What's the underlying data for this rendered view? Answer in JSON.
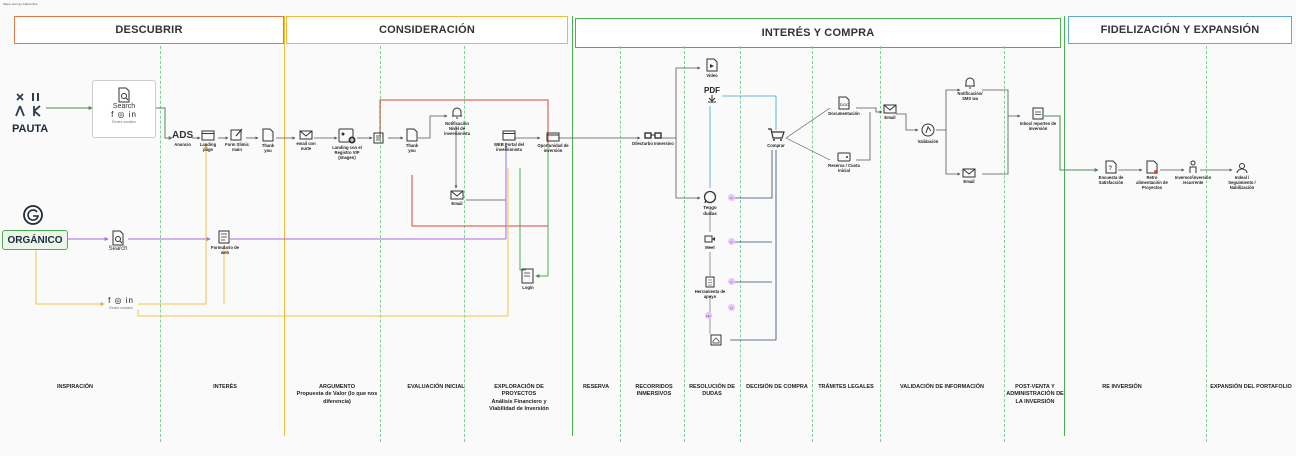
{
  "header_tag": "Mapa Journey Kabal Dias",
  "phases": [
    {
      "id": "descubrir",
      "label": "DESCUBRIR",
      "color": "#e07a4a"
    },
    {
      "id": "consideracion",
      "label": "CONSIDERACIÓN",
      "color": "#f0b93a"
    },
    {
      "id": "interes",
      "label": "INTERÉS Y COMPRA",
      "color": "#4caf50"
    },
    {
      "id": "fidelizacion",
      "label": "FIDELIZACIÓN Y EXPANSIÓN",
      "color": "#5aaed6"
    }
  ],
  "stages": {
    "inspiracion": "INSPIRACIÓN",
    "interes": "INTERÉS",
    "argumento": "ARGUMENTO\nPropuesta de Valor (lo que nos diferencia)",
    "evaluacion": "EVALUACIÓN INICIAL",
    "exploracion": "EXPLORACIÓN DE PROYECTOS\nAnálisis Financiero y Viabilidad de Inversión",
    "reserva": "RESERVA",
    "recorridos": "RECORRIDOS INMERSIVOS",
    "resolucion": "RESOLUCIÓN DE DUDAS",
    "decision": "DECISIÓN DE COMPRA",
    "tramites": "TRÁMITES LEGALES",
    "validacion": "VALIDACIÓN DE INFORMACIÓN",
    "postventa": "POST-VENTA Y ADMINISTRACIÓN DE LA INVERSIÓN",
    "reinversion": "RE INVERSIÓN",
    "expansion": "EXPANSIÓN DEL PORTAFOLIO"
  },
  "sources": {
    "pauta": "PAUTA",
    "organico": "ORGÁNICO"
  },
  "nodes": {
    "search1": "Search",
    "redes1": "Redes sociales",
    "ads": "ADS",
    "anuncio": "Anuncio",
    "landing": "Landing page",
    "form": "Form Slimic main",
    "thanks1": "Thank you",
    "email_nurture": "email con nurte",
    "landing_registro": "Landing con el Registro VIP (Imagen)",
    "thanks2": "Thank you",
    "notif_nivel": "Notificación\nNivel de inversionista",
    "email1": "Email",
    "web_nivel": "WEB Portal del inversionista",
    "oportunidad": "Oportunidad de inversión",
    "search2": "Search",
    "redes2": "Redes sociales",
    "formulario_web": "Formulario de web",
    "login": "Login",
    "glasses": "Dilecturbo Inmersivo",
    "video": "Video",
    "pdf": "PDF",
    "tengo_dudas": "Tengo dudas",
    "meet": "Meet",
    "herramienta": "Herramienta de apoyo",
    "compra": "Comprar",
    "docs": "Documentación",
    "reserva_cuota": "Reserva / Cuota Inicial",
    "email2": "Email",
    "validacion": "Validación",
    "notif_sms": "Notificación/ SMS wa",
    "email3": "Email",
    "informe": "Inbox/ reportes de inversión",
    "encuesta": "Encuesta de Satisfacción",
    "retro": "Retro alimentación de Proyectos",
    "inversor": "Inversor/inversión recurrente",
    "nabla": "Indeal / Seguimiento / Nabilización"
  },
  "badges": [
    "H",
    "H",
    "H",
    "H",
    "HH"
  ],
  "colors": {
    "purple": "#a56be0",
    "yellow": "#f1c447",
    "green": "#4caf50",
    "red": "#d9473b",
    "blue": "#3aa0d8",
    "navy": "#2c4a6e",
    "gray": "#555"
  }
}
